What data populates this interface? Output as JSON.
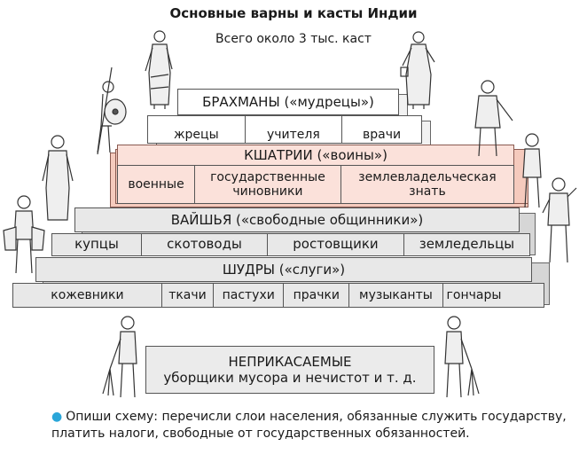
{
  "title": "Основные варны и касты Индии",
  "subtitle": "Всего около 3 тыс. каст",
  "brahmans": {
    "label": "БРАХМАНЫ («мудрецы»)",
    "castes": [
      "жрецы",
      "учителя",
      "врачи"
    ]
  },
  "kshatriyas": {
    "label": "КШАТРИИ («воины»)",
    "castes": [
      "военные",
      "государственные чиновники",
      "землевладельческая знать"
    ]
  },
  "vaishyas": {
    "label": "ВАЙШЬЯ («свободные общинники»)",
    "castes": [
      "купцы",
      "скотоводы",
      "ростовщики",
      "земледельцы"
    ]
  },
  "shudras": {
    "label": "ШУДРЫ («слуги»)",
    "castes": [
      "кожевники",
      "ткачи",
      "пастухи",
      "прачки",
      "музыканты",
      "гончары"
    ]
  },
  "untouchables": {
    "label": "НЕПРИКАСАЕМЫЕ",
    "description": "уборщики мусора и нечистот и т. д."
  },
  "task": "Опиши схему: перечисли слои населения, обязанные служить государству, платить налоги, свободные от государственных обязанностей.",
  "colors": {
    "kshatriya_fill": "#fbe1da",
    "tier_gray": "#e8e8e8",
    "bullet": "#2aa6d9"
  },
  "icons": [
    "brahman-figure",
    "warrior-figure",
    "merchant-figure",
    "servant-figure",
    "sweeper-figure"
  ]
}
